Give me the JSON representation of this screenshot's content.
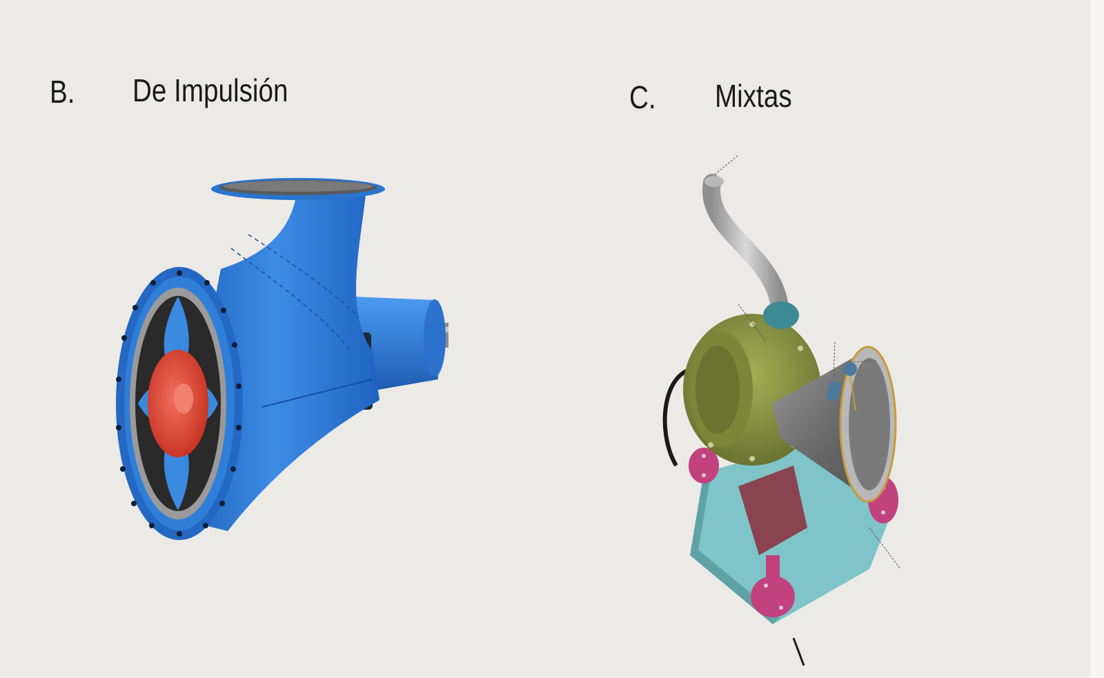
{
  "section_b": {
    "letter": "B.",
    "title": "De Impulsión"
  },
  "section_c": {
    "letter": "C.",
    "title": "Mixtas"
  },
  "colors": {
    "background": "#ECEAE6",
    "pump_blue": "#2F7FD8",
    "impeller_red": "#E0402E",
    "casing_olive": "#8A9440",
    "base_cyan": "#7FC4C8",
    "flange_magenta": "#C2417F"
  }
}
